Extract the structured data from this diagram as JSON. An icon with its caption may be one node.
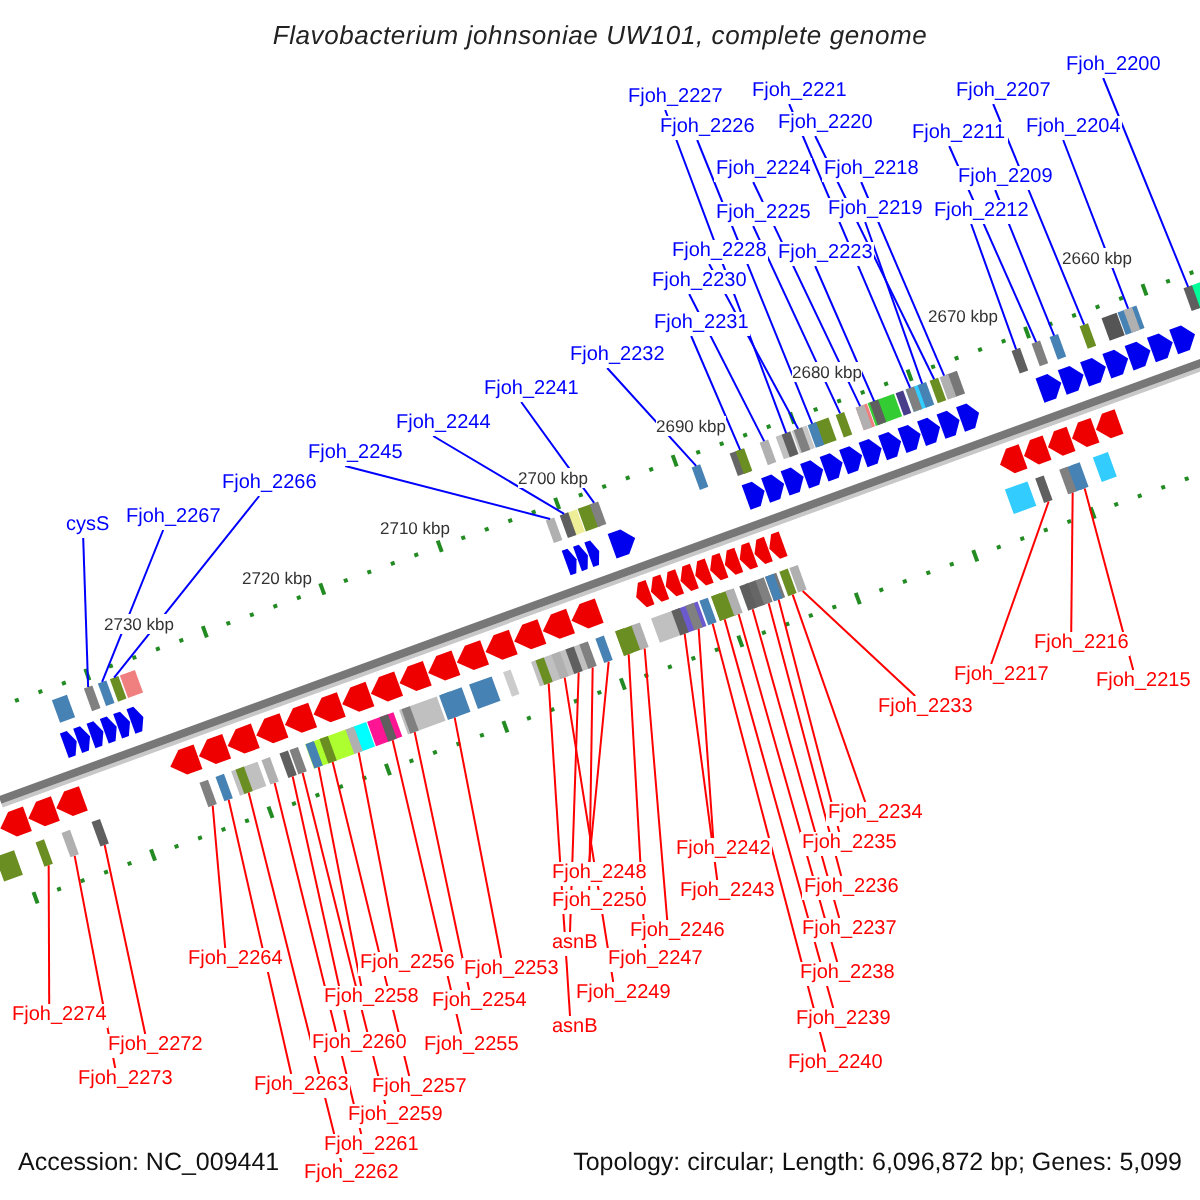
{
  "diagram": {
    "title": "Flavobacterium johnsoniae UW101, complete genome",
    "nodes": [
      {
        "text": [
          "Fjoh_2200"
        ]
      },
      {
        "text": [
          "Fjoh_2207"
        ]
      },
      {
        "text": [
          "Fjoh_2204"
        ]
      },
      {
        "text": [
          "Fjoh_2211"
        ]
      },
      {
        "text": [
          "Fjoh_2209"
        ]
      },
      {
        "text": [
          "Fjoh_2212"
        ]
      },
      {
        "text": [
          "Fjoh_2227"
        ]
      },
      {
        "text": [
          "Fjoh_2221"
        ]
      },
      {
        "text": [
          "Fjoh_2226"
        ]
      },
      {
        "text": [
          "Fjoh_2220"
        ]
      },
      {
        "text": [
          "Fjoh_2224"
        ]
      },
      {
        "text": [
          "Fjoh_2218"
        ]
      },
      {
        "text": [
          "Fjoh_2225"
        ]
      },
      {
        "text": [
          "Fjoh_2219"
        ]
      },
      {
        "text": [
          "Fjoh_2228"
        ]
      },
      {
        "text": [
          "Fjoh_2223"
        ]
      },
      {
        "text": [
          "Fjoh_2230"
        ]
      },
      {
        "text": [
          "Fjoh_2231"
        ]
      },
      {
        "text": [
          "Fjoh_2232"
        ]
      },
      {
        "text": [
          "Fjoh_2241"
        ]
      },
      {
        "text": [
          "Fjoh_2244"
        ]
      },
      {
        "text": [
          "Fjoh_2245"
        ]
      },
      {
        "text": [
          "Fjoh_2266"
        ]
      },
      {
        "text": [
          "Fjoh_2267"
        ]
      },
      {
        "text": [
          "cysS"
        ]
      },
      {
        "text": [
          "Fjoh_2233"
        ]
      },
      {
        "text": [
          "Fjoh_2217"
        ]
      },
      {
        "text": [
          "Fjoh_2216"
        ]
      },
      {
        "text": [
          "Fjoh_2215"
        ]
      },
      {
        "text": [
          "Fjoh_2234"
        ]
      },
      {
        "text": [
          "Fjoh_2235"
        ]
      },
      {
        "text": [
          "Fjoh_2242"
        ]
      },
      {
        "text": [
          "Fjoh_2236"
        ]
      },
      {
        "text": [
          "Fjoh_2243"
        ]
      },
      {
        "text": [
          "Fjoh_2248"
        ]
      },
      {
        "text": [
          "Fjoh_2250"
        ]
      },
      {
        "text": [
          "Fjoh_2246"
        ]
      },
      {
        "text": [
          "Fjoh_2237"
        ]
      },
      {
        "text": [
          "Fjoh_2247"
        ]
      },
      {
        "text": [
          "asnB"
        ]
      },
      {
        "text": [
          "Fjoh_2249"
        ]
      },
      {
        "text": [
          "Fjoh_2238"
        ]
      },
      {
        "text": [
          "Fjoh_2239"
        ]
      },
      {
        "text": [
          "asnB"
        ]
      },
      {
        "text": [
          "Fjoh_2240"
        ]
      },
      {
        "text": [
          "Fjoh_2264"
        ]
      },
      {
        "text": [
          "Fjoh_2256"
        ]
      },
      {
        "text": [
          "Fjoh_2253"
        ]
      },
      {
        "text": [
          "Fjoh_2258"
        ]
      },
      {
        "text": [
          "Fjoh_2254"
        ]
      },
      {
        "text": [
          "Fjoh_2260"
        ]
      },
      {
        "text": [
          "Fjoh_2255"
        ]
      },
      {
        "text": [
          "Fjoh_2257"
        ]
      },
      {
        "text": [
          "Fjoh_2263"
        ]
      },
      {
        "text": [
          "Fjoh_2259"
        ]
      },
      {
        "text": [
          "Fjoh_2261"
        ]
      },
      {
        "text": [
          "Fjoh_2262"
        ]
      },
      {
        "text": [
          "Fjoh_2274"
        ]
      },
      {
        "text": [
          "Fjoh_2272"
        ]
      },
      {
        "text": [
          "Fjoh_2273"
        ]
      },
      {
        "text": [],
        "shape": "box"
      },
      {
        "text": [],
        "shape": "box"
      },
      {
        "text": [],
        "shape": "box"
      },
      {
        "text": [],
        "shape": "box"
      },
      {
        "text": [],
        "shape": "box"
      },
      {
        "text": [],
        "shape": "box"
      },
      {
        "text": [],
        "shape": "box"
      },
      {
        "text": [],
        "shape": "box"
      },
      {
        "text": [],
        "shape": "box"
      },
      {
        "text": [],
        "shape": "box"
      },
      {
        "text": [],
        "shape": "box"
      },
      {
        "text": [],
        "shape": "box"
      },
      {
        "text": [],
        "shape": "box"
      },
      {
        "text": [],
        "shape": "box"
      },
      {
        "text": [],
        "shape": "box"
      },
      {
        "text": [],
        "shape": "box"
      },
      {
        "text": [],
        "shape": "box"
      },
      {
        "text": [],
        "shape": "box"
      },
      {
        "text": [],
        "shape": "box"
      },
      {
        "text": [],
        "shape": "box"
      },
      {
        "text": [],
        "shape": "box"
      },
      {
        "text": [],
        "shape": "box"
      },
      {
        "text": [],
        "shape": "box"
      },
      {
        "text": [],
        "shape": "box"
      },
      {
        "text": [],
        "shape": "box"
      },
      {
        "text": [],
        "shape": "box"
      },
      {
        "text": [],
        "shape": "box"
      },
      {
        "text": [],
        "shape": "box"
      },
      {
        "text": [],
        "shape": "box"
      },
      {
        "text": [],
        "shape": "box"
      },
      {
        "text": [],
        "shape": "box"
      },
      {
        "text": [],
        "shape": "box"
      },
      {
        "text": [],
        "shape": "box"
      },
      {
        "text": [],
        "shape": "box"
      },
      {
        "text": [],
        "shape": "box"
      },
      {
        "text": [],
        "shape": "box"
      },
      {
        "text": [],
        "shape": "box"
      },
      {
        "text": [],
        "shape": "box"
      },
      {
        "text": [],
        "shape": "box"
      },
      {
        "text": [],
        "shape": "box"
      },
      {
        "text": [],
        "shape": "box"
      },
      {
        "text": [],
        "shape": "box"
      },
      {
        "text": [],
        "shape": "box"
      },
      {
        "text": [],
        "shape": "box"
      },
      {
        "text": [],
        "shape": "box"
      },
      {
        "text": [],
        "shape": "box"
      },
      {
        "text": [],
        "shape": "box"
      },
      {
        "text": [],
        "shape": "box"
      },
      {
        "text": [],
        "shape": "box"
      },
      {
        "text": [],
        "shape": "box"
      },
      {
        "text": [],
        "shape": "box"
      },
      {
        "text": [],
        "shape": "box"
      },
      {
        "text": [],
        "shape": "box"
      },
      {
        "text": [],
        "shape": "box"
      },
      {
        "text": [],
        "shape": "box"
      },
      {
        "text": [],
        "shape": "box"
      },
      {
        "text": [],
        "shape": "box"
      },
      {
        "text": [],
        "shape": "box"
      },
      {
        "text": [],
        "shape": "box"
      },
      {
        "text": [],
        "shape": "box"
      }
    ],
    "edges": [
      {
        "from": 0,
        "to": 84,
        "arrow": "none",
        "color": "#0000ff"
      },
      {
        "from": 1,
        "to": 82,
        "arrow": "none",
        "color": "#0000ff"
      },
      {
        "from": 2,
        "to": 83,
        "arrow": "none",
        "color": "#0000ff"
      },
      {
        "from": 3,
        "to": 80,
        "arrow": "none",
        "color": "#0000ff"
      },
      {
        "from": 4,
        "to": 81,
        "arrow": "none",
        "color": "#0000ff"
      },
      {
        "from": 5,
        "to": 79,
        "arrow": "none",
        "color": "#0000ff"
      },
      {
        "from": 6,
        "to": 69,
        "arrow": "none",
        "color": "#0000ff"
      },
      {
        "from": 7,
        "to": 75,
        "arrow": "none",
        "color": "#0000ff"
      },
      {
        "from": 8,
        "to": 71,
        "arrow": "none",
        "color": "#0000ff"
      },
      {
        "from": 9,
        "to": 77,
        "arrow": "none",
        "color": "#0000ff"
      },
      {
        "from": 10,
        "to": 73,
        "arrow": "none",
        "color": "#0000ff"
      },
      {
        "from": 11,
        "to": 78,
        "arrow": "none",
        "color": "#0000ff"
      },
      {
        "from": 12,
        "to": 72,
        "arrow": "none",
        "color": "#0000ff"
      },
      {
        "from": 13,
        "to": 76,
        "arrow": "none",
        "color": "#0000ff"
      },
      {
        "from": 14,
        "to": 70,
        "arrow": "none",
        "color": "#0000ff"
      },
      {
        "from": 15,
        "to": 74,
        "arrow": "none",
        "color": "#0000ff"
      },
      {
        "from": 16,
        "to": 68,
        "arrow": "none",
        "color": "#0000ff"
      },
      {
        "from": 17,
        "to": 67,
        "arrow": "none",
        "color": "#0000ff"
      },
      {
        "from": 18,
        "to": 66,
        "arrow": "none",
        "color": "#0000ff"
      },
      {
        "from": 19,
        "to": 65,
        "arrow": "none",
        "color": "#0000ff"
      },
      {
        "from": 20,
        "to": 64,
        "arrow": "none",
        "color": "#0000ff"
      },
      {
        "from": 21,
        "to": 63,
        "arrow": "none",
        "color": "#0000ff"
      },
      {
        "from": 22,
        "to": 62,
        "arrow": "none",
        "color": "#0000ff"
      },
      {
        "from": 23,
        "to": 61,
        "arrow": "none",
        "color": "#0000ff"
      },
      {
        "from": 24,
        "to": 60,
        "arrow": "none",
        "color": "#0000ff"
      },
      {
        "from": 25,
        "to": 116,
        "arrow": "none"
      },
      {
        "from": 26,
        "to": 117,
        "arrow": "none"
      },
      {
        "from": 27,
        "to": 118,
        "arrow": "none"
      },
      {
        "from": 28,
        "to": 119,
        "arrow": "none"
      },
      {
        "from": 29,
        "to": 115,
        "arrow": "none"
      },
      {
        "from": 30,
        "to": 114,
        "arrow": "none"
      },
      {
        "from": 31,
        "to": 108,
        "arrow": "none"
      },
      {
        "from": 32,
        "to": 113,
        "arrow": "none"
      },
      {
        "from": 33,
        "to": 107,
        "arrow": "none"
      },
      {
        "from": 34,
        "to": 104,
        "arrow": "none"
      },
      {
        "from": 35,
        "to": 103,
        "arrow": "none"
      },
      {
        "from": 36,
        "to": 106,
        "arrow": "none"
      },
      {
        "from": 37,
        "to": 112,
        "arrow": "none"
      },
      {
        "from": 38,
        "to": 105,
        "arrow": "none"
      },
      {
        "from": 39,
        "to": 102,
        "arrow": "none"
      },
      {
        "from": 40,
        "to": 101,
        "arrow": "none"
      },
      {
        "from": 41,
        "to": 111,
        "arrow": "none"
      },
      {
        "from": 42,
        "to": 110,
        "arrow": "none"
      },
      {
        "from": 43,
        "to": 100,
        "arrow": "none"
      },
      {
        "from": 44,
        "to": 109,
        "arrow": "none"
      },
      {
        "from": 45,
        "to": 88,
        "arrow": "none"
      },
      {
        "from": 46,
        "to": 96,
        "arrow": "none"
      },
      {
        "from": 47,
        "to": 99,
        "arrow": "none"
      },
      {
        "from": 48,
        "to": 94,
        "arrow": "none"
      },
      {
        "from": 49,
        "to": 98,
        "arrow": "none"
      },
      {
        "from": 50,
        "to": 92,
        "arrow": "none"
      },
      {
        "from": 51,
        "to": 97,
        "arrow": "none"
      },
      {
        "from": 52,
        "to": 95,
        "arrow": "none"
      },
      {
        "from": 53,
        "to": 89,
        "arrow": "none"
      },
      {
        "from": 54,
        "to": 93,
        "arrow": "none"
      },
      {
        "from": 55,
        "to": 91,
        "arrow": "none"
      },
      {
        "from": 56,
        "to": 90,
        "arrow": "none"
      },
      {
        "from": 57,
        "to": 85,
        "arrow": "none"
      },
      {
        "from": 58,
        "to": 87,
        "arrow": "none"
      },
      {
        "from": 59,
        "to": 86,
        "arrow": "none"
      }
    ],
    "labels": [
      "2660 kbp",
      "2670 kbp",
      "2680 kbp",
      "2690 kbp",
      "2700 kbp",
      "2710 kbp",
      "2720 kbp",
      "2730 kbp",
      "Accession: NC_009441",
      "Topology: circular; Length: 6,096,872 bp; Genes: 5,099"
    ]
  }
}
